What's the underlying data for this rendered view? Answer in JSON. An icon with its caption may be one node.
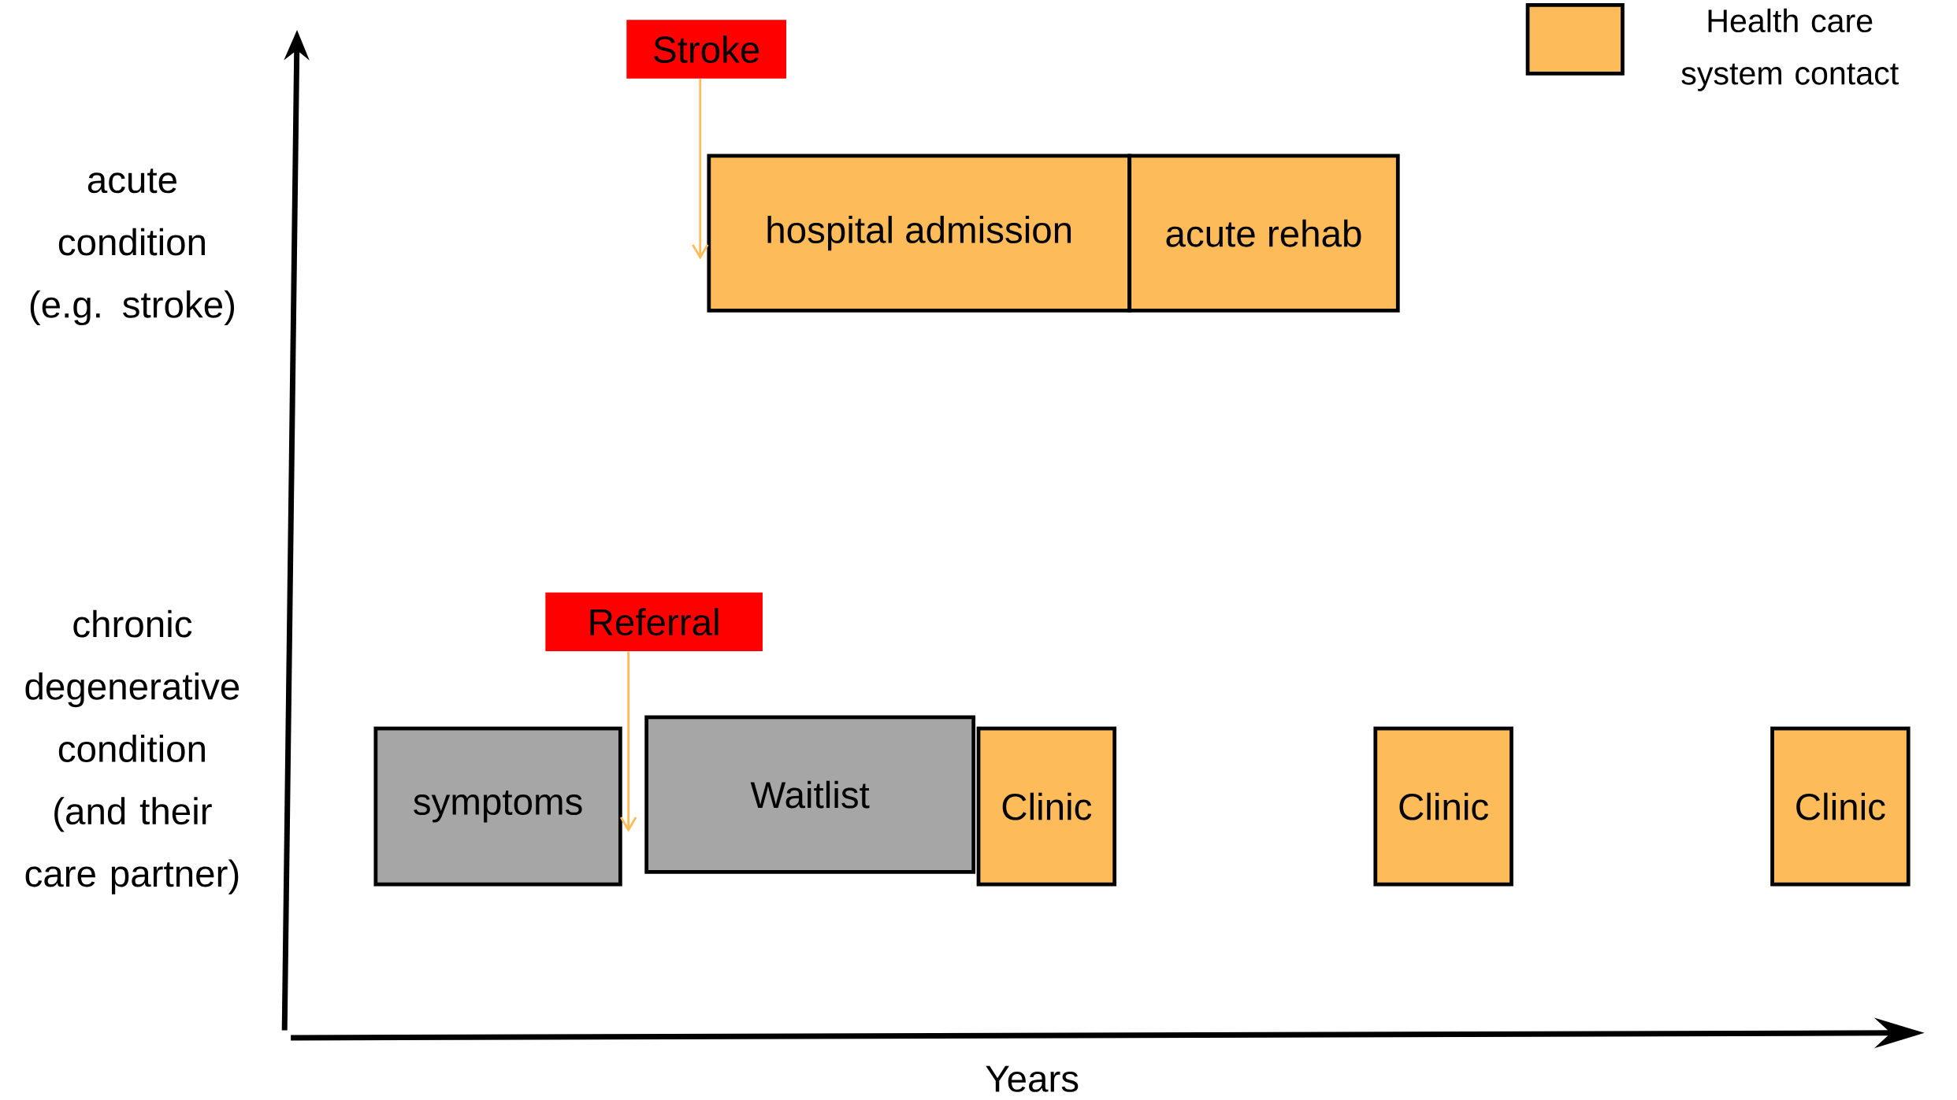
{
  "diagram": {
    "nodes": [
      {
        "text": [
          "Stroke"
        ]
      },
      {
        "text": [
          "hospital admission"
        ]
      },
      {
        "text": [
          "acute rehab"
        ]
      },
      {
        "text": [
          "Referral"
        ]
      },
      {
        "text": [
          "symptoms"
        ]
      },
      {
        "text": [
          "Waitlist"
        ]
      },
      {
        "text": [
          "Clinic"
        ]
      },
      {
        "text": [
          "Clinic"
        ]
      },
      {
        "text": [
          "Clinic"
        ]
      }
    ],
    "edges": [
      {
        "from": 0,
        "to": 1,
        "arrow": "to"
      },
      {
        "from": 3,
        "to": 4,
        "arrow": "to"
      }
    ],
    "labels": [
      "acute condition (e.g. stroke)",
      "chronic degenerative condition (and their care partner)",
      "Years"
    ],
    "legend": [
      {
        "text": "Health care system contact",
        "color": "#fdbb5a"
      }
    ]
  }
}
